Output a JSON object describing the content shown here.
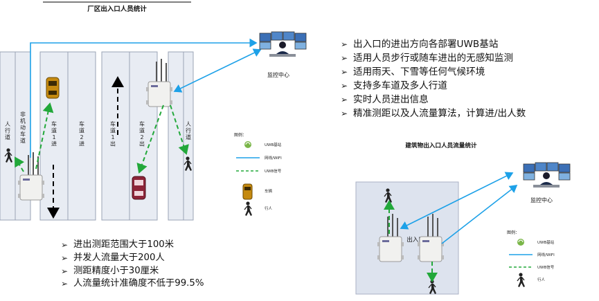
{
  "title": "厂区出入口人员统计",
  "subtitle": "建筑物出入口人员流量统计",
  "monitor_label_top": "监控中心",
  "monitor_label_bottom": "监控中心",
  "lane_labels": {
    "pedestrian_left": "人\n行\n道",
    "non_motor": "非\n机\n动\n车\n道",
    "lane1_in": "车\n道\n1\n进",
    "lane2_in": "车\n道\n2\n进",
    "lane1_out": "车\n道\n1\n出",
    "lane2_out": "车\n道\n2\n出",
    "pedestrian_right": "人\n行\n道"
  },
  "entrance_label": "出入口",
  "legend_top": {
    "title": "图例：",
    "items": [
      {
        "icon": "uwb-station-icon",
        "label": "UWB基站"
      },
      {
        "icon": "network-line",
        "label": "网线/WIFI"
      },
      {
        "icon": "uwb-signal-line",
        "label": "UWB信号"
      },
      {
        "icon": "vehicle-icon",
        "label": "车辆"
      },
      {
        "icon": "pedestrian-icon",
        "label": "行人"
      }
    ]
  },
  "legend_bottom": {
    "title": "图例：",
    "items": [
      {
        "icon": "uwb-station-icon",
        "label": "UWB基站"
      },
      {
        "icon": "network-line",
        "label": "网线/WIFI"
      },
      {
        "icon": "uwb-signal-line",
        "label": "UWB信号"
      },
      {
        "icon": "pedestrian-icon",
        "label": "行人"
      }
    ]
  },
  "top_bullets": [
    "出入口的进出方向各部署UWB基站",
    "适用人员步行或随车进出的无感知监测",
    "适用雨天、下雪等任何气候环境",
    "支持多车道及多人行道",
    "实时人员进出信息",
    "精准测距以及人流量算法，计算进/出人数"
  ],
  "bottom_bullets": [
    "进出测距范围大于100米",
    "并发人流量大于200人",
    "测距精度小于30厘米",
    "人流量统计准确度不低于99.5%"
  ],
  "colors": {
    "road": "#e8ecf3",
    "road_border": "#9aa3b5",
    "wifi_line": "#1da1e8",
    "uwb_signal": "#22a83a",
    "building_area": "#dde3ee"
  }
}
